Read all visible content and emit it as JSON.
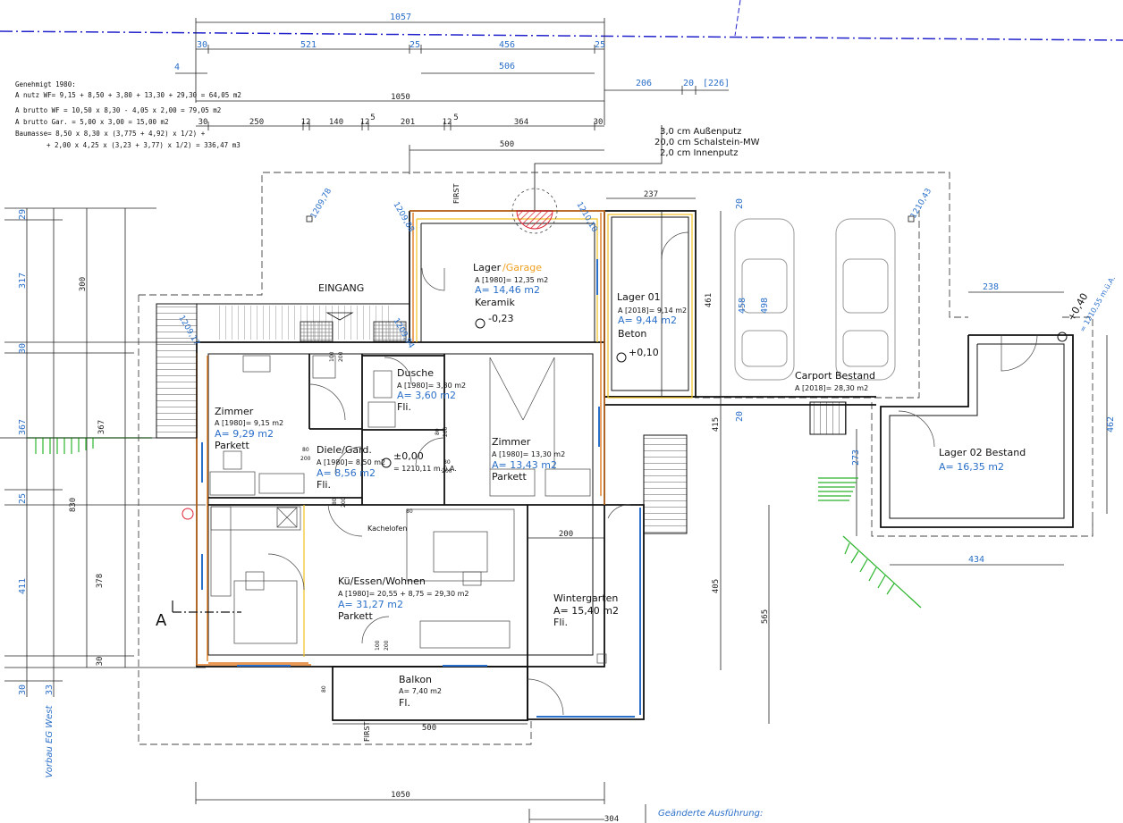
{
  "calc": {
    "title": "Genehmigt 1980:",
    "line1": "A nutz WF= 9,15 + 8,50 + 3,80 + 13,30 + 29,30 = 64,05 m2",
    "line2": "A brutto WF = 10,50 x 8,30 - 4,05 x 2,00 = 79,05 m2",
    "line3": "A brutto Gar. = 5,00 x 3,00                  = 15,00 m2",
    "line4": "Baumasse= 8,50 x 8,30 x (3,775 + 4,92) x 1/2) +",
    "line5": "+ 2,00 x 4,25 x (3,23 + 3,77) x 1/2) = 336,47 m3"
  },
  "wall_layers": {
    "l1": "3,0 cm  Außenputz",
    "l2": "20,0 cm  Schalstein-MW",
    "l3": "2,0 cm  Innenputz"
  },
  "dims_top": {
    "d1057": "1057",
    "d30a": "30",
    "d521": "521",
    "d25a": "25",
    "d456": "456",
    "d25b": "25",
    "d506": "506",
    "d4": "4",
    "d1050": "1050",
    "d206": "206",
    "d20": "20",
    "d226": "[226]",
    "d30b": "30",
    "d250": "250",
    "d12a": "12",
    "d140": "140",
    "d12b": "12",
    "d5a": "5",
    "d201": "201",
    "d12c": "12",
    "d5b": "5",
    "d364": "364",
    "d30c": "30",
    "d500": "500",
    "d237": "237",
    "d238": "238"
  },
  "dims_left": {
    "d29": "29",
    "d317": "317",
    "d300": "300",
    "d30a": "30",
    "d367a": "367",
    "d367b": "367",
    "d25": "25",
    "d830": "830",
    "d411": "411",
    "d378": "378",
    "d30b": "30",
    "d30c": "30",
    "d33": "33",
    "vorbau": "Vorbau EG West"
  },
  "dims_right": {
    "d20a": "20",
    "d458": "458",
    "d498": "498",
    "d461": "461",
    "d20b": "20",
    "d415": "415",
    "d405": "405",
    "d565": "565",
    "d273": "273",
    "d462": "462",
    "d434": "434",
    "d200": "200",
    "d500b": "500"
  },
  "dims_bottom": {
    "d1050": "1050",
    "d304": "304"
  },
  "levels": {
    "l1": "1209,78",
    "l2": "1209,88",
    "l3": "1210,10",
    "l4": "1210,43",
    "l5": "1209,17",
    "l6": "1209,94",
    "first_a": "FIRST",
    "first_b": "FIRST"
  },
  "rooms": {
    "lager_garage": {
      "name": "Lager",
      "name2": "/Garage",
      "a1980": "A [1980]= 12,35 m2",
      "a": "A= 14,46 m2",
      "floor": "Keramik",
      "level": "-0,23"
    },
    "lager01": {
      "name": "Lager 01",
      "a2018": "A [2018]= 9,14 m2",
      "a": "A= 9,44 m2",
      "floor": "Beton",
      "level": "+0,10"
    },
    "carport": {
      "name": "Carport Bestand",
      "a2018": "A [2018]= 28,30 m2"
    },
    "lager02": {
      "name": "Lager 02 Bestand",
      "a": "A= 16,35 m2",
      "level": "+0,40",
      "level2": "= 1210,55 m.ü.A."
    },
    "eingang": {
      "name": "EINGANG"
    },
    "zimmer1": {
      "name": "Zimmer",
      "a1980": "A [1980]= 9,15 m2",
      "a": "A= 9,29 m2",
      "floor": "Parkett"
    },
    "dusche": {
      "name": "Dusche",
      "a1980": "A [1980]= 3,80 m2",
      "a": "A= 3,60 m2",
      "floor": "Fli."
    },
    "diele": {
      "name": "Diele/Gard.",
      "a1980": "A [1980]= 8,50 m2",
      "a": "A= 8,56 m2",
      "floor": "Fli.",
      "level": "±0,00",
      "level2": "= 1210,11 m.ü.A."
    },
    "zimmer2": {
      "name": "Zimmer",
      "a1980": "A [1980]= 13,30 m2",
      "a": "A= 13,43 m2",
      "floor": "Parkett"
    },
    "kue": {
      "name": "Kü/Essen/Wohnen",
      "a1980": "A [1980]= 20,55 + 8,75 = 29,30 m2",
      "a": "A= 31,27 m2",
      "floor": "Parkett",
      "kachelofen": "Kachelofen"
    },
    "wintergarten": {
      "name": "Wintergarten",
      "a": "A= 15,40 m2",
      "floor": "Fli."
    },
    "balkon": {
      "name": "Balkon",
      "a": "A= 7,40 m2",
      "floor": "Fl."
    }
  },
  "doors": {
    "d1": "80",
    "d2": "200",
    "d3": "80",
    "d4": "200",
    "d5": "80",
    "d6": "200",
    "d7": "100",
    "d8": "200",
    "d9": "80",
    "d10": "200",
    "d11": "100",
    "d12": "200",
    "d13": "80",
    "d14": "80"
  },
  "section": {
    "label": "A"
  },
  "note": {
    "title": "Geänderte Ausführung:"
  },
  "colors": {
    "orange": "#e07a20",
    "blue": "#2a6fc9",
    "green": "#2bb52b",
    "yellow": "#f0c020",
    "line": "#111111"
  }
}
